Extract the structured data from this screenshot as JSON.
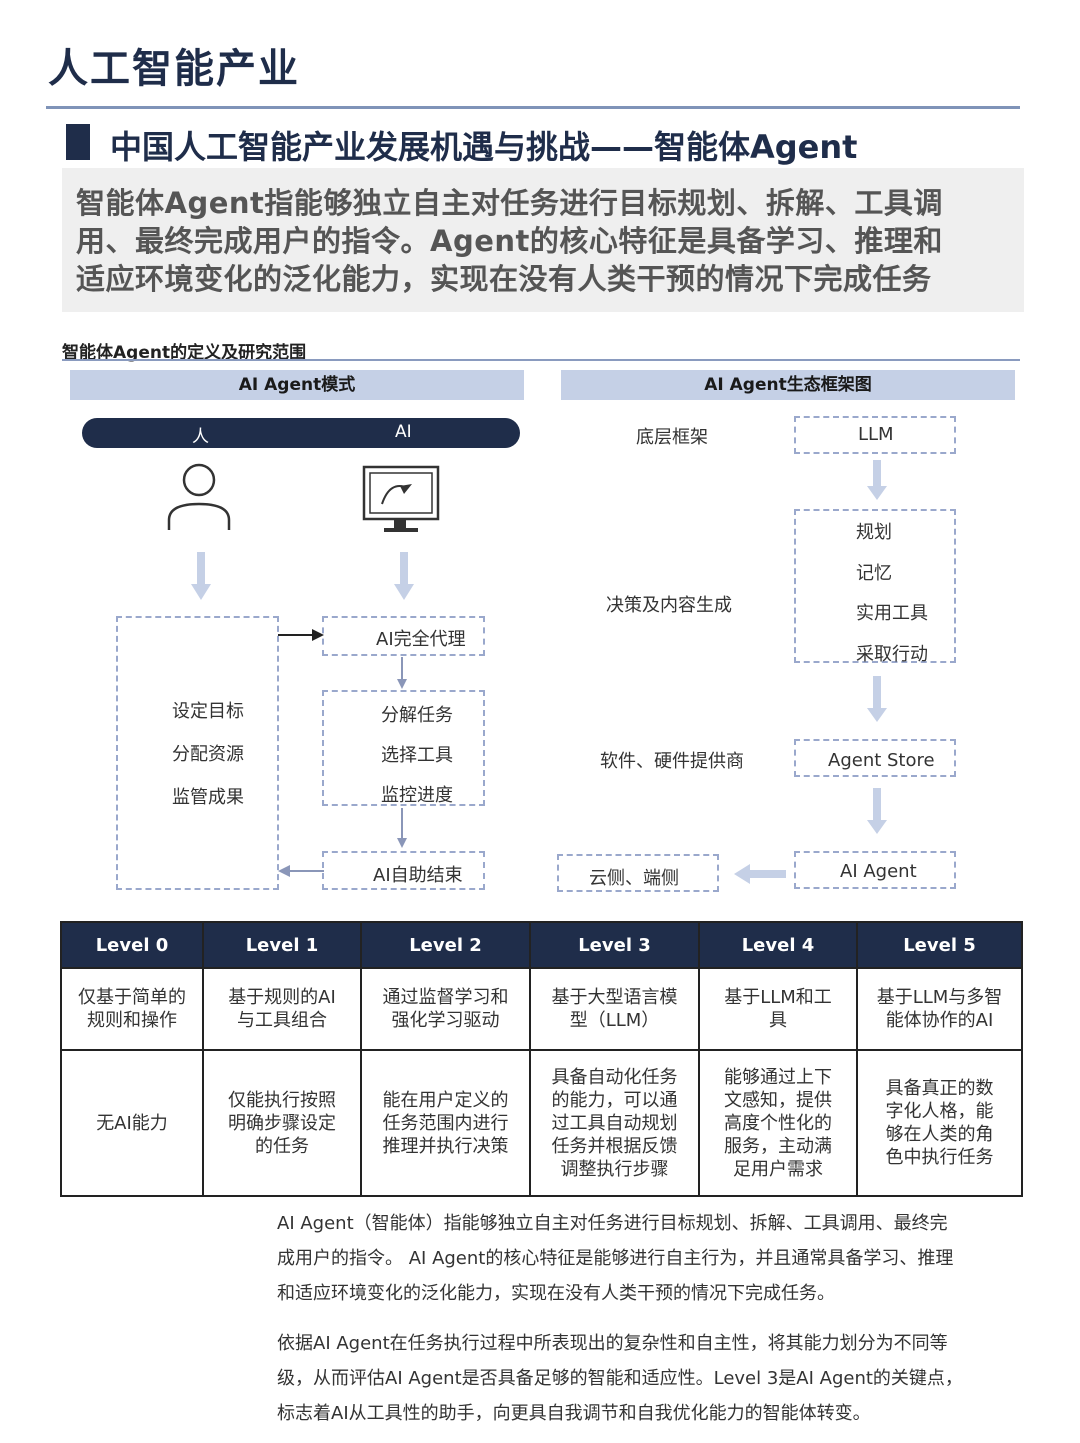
{
  "header": {
    "title": "人工智能产业"
  },
  "section": {
    "title": "中国人工智能产业发展机遇与挑战——智能体Agent"
  },
  "summary": {
    "line1": "智能体Agent指能够独立自主对任务进行目标规划、拆解、工具调",
    "line2": "用、最终完成用户的指令。Agent的核心特征是具备学习、推理和",
    "line3": "适应环境变化的泛化能力，实现在没有人类干预的情况下完成任务"
  },
  "figure": {
    "title": "智能体Agent的定义及研究范围",
    "left": {
      "band": "AI Agent模式",
      "pill_human": "人",
      "pill_ai": "AI",
      "human_items": [
        "设定目标",
        "分配资源",
        "监管成果"
      ],
      "ai_full": "AI完全代理",
      "ai_steps": [
        "分解任务",
        "选择工具",
        "监控进度"
      ],
      "ai_end": "AI自助结束"
    },
    "right": {
      "band": "AI Agent生态框架图",
      "layer1_label": "底层框架",
      "layer1_box": "LLM",
      "layer2_label": "决策及内容生成",
      "layer2_items": [
        "规划",
        "记忆",
        "实用工具",
        "采取行动"
      ],
      "layer3_label": "软件、硬件提供商",
      "layer3_box": "Agent Store",
      "agent_box": "AI Agent",
      "cloud_box": "云侧、端侧"
    }
  },
  "levels": {
    "headers": [
      "Level 0",
      "Level 1",
      "Level 2",
      "Level 3",
      "Level 4",
      "Level 5"
    ],
    "basis": [
      [
        "仅基于简单的",
        "规则和操作"
      ],
      [
        "基于规则的AI",
        "与工具组合"
      ],
      [
        "通过监督学习和",
        "强化学习驱动"
      ],
      [
        "基于大型语言模",
        "型（LLM）"
      ],
      [
        "基于LLM和工",
        "具"
      ],
      [
        "基于LLM与多智",
        "能体协作的AI"
      ]
    ],
    "ability": [
      [
        "无AI能力"
      ],
      [
        "仅能执行按照",
        "明确步骤设定",
        "的任务"
      ],
      [
        "能在用户定义的",
        "任务范围内进行",
        "推理并执行决策"
      ],
      [
        "具备自动化任务",
        "的能力，可以通",
        "过工具自动规划",
        "任务并根据反馈",
        "调整执行步骤"
      ],
      [
        "能够通过上下",
        "文感知，提供",
        "高度个性化的",
        "服务，主动满",
        "足用户需求"
      ],
      [
        "具备真正的数",
        "字化人格，能",
        "够在人类的角",
        "色中执行任务"
      ]
    ]
  },
  "paragraphs": {
    "p1": [
      "AI Agent（智能体）指能够独立自主对任务进行目标规划、拆解、工具调用、最终完",
      "成用户的指令。 AI Agent的核心特征是能够进行自主行为，并且通常具备学习、推理",
      "和适应环境变化的泛化能力，实现在没有人类干预的情况下完成任务。"
    ],
    "p2": [
      "依据AI Agent在任务执行过程中所表现出的复杂性和自主性，将其能力划分为不同等",
      "级，从而评估AI Agent是否具备足够的智能和适应性。Level 3是AI Agent的关键点，",
      "标志着AI从工具性的助手，向更具自我调节和自我优化能力的智能体转变。"
    ]
  }
}
